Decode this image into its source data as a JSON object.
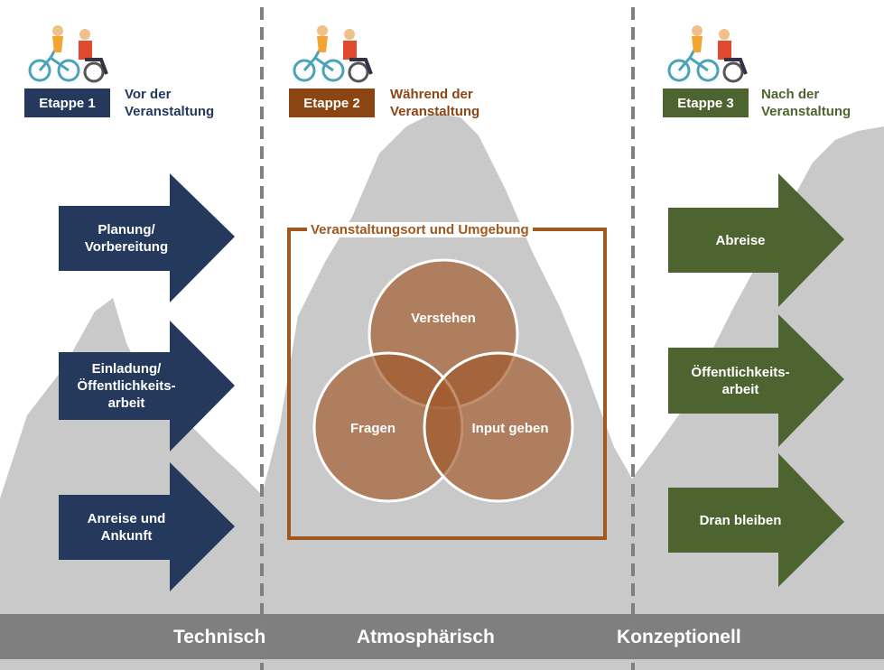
{
  "stages": [
    {
      "badge": "Etappe 1",
      "label": "Vor der\nVeranstaltung",
      "color": "#24395c"
    },
    {
      "badge": "Etappe 2",
      "label": "Während der\nVeranstaltung",
      "color": "#8b4513"
    },
    {
      "badge": "Etappe 3",
      "label": "Nach der\nVeranstaltung",
      "color": "#4d6431"
    }
  ],
  "arrows_stage1": [
    "Planung/\nVorbereitung",
    "Einladung/\nÖffentlichkeits-\narbeit",
    "Anreise und\nAnkunft"
  ],
  "arrows_stage3": [
    "Abreise",
    "Öffentlichkeits-\narbeit",
    "Dran bleiben"
  ],
  "venue": {
    "title": "Veranstaltungsort und Umgebung",
    "circles": [
      "Verstehen",
      "Fragen",
      "Input geben"
    ],
    "frame_color": "#a0581e",
    "circle_color": "#a05a2c"
  },
  "bottom_bar": {
    "labels": [
      "Technisch",
      "Atmosphärisch",
      "Konzeptionell"
    ],
    "color": "#7f7f7f"
  },
  "mountain_color": "#c9c9c9"
}
